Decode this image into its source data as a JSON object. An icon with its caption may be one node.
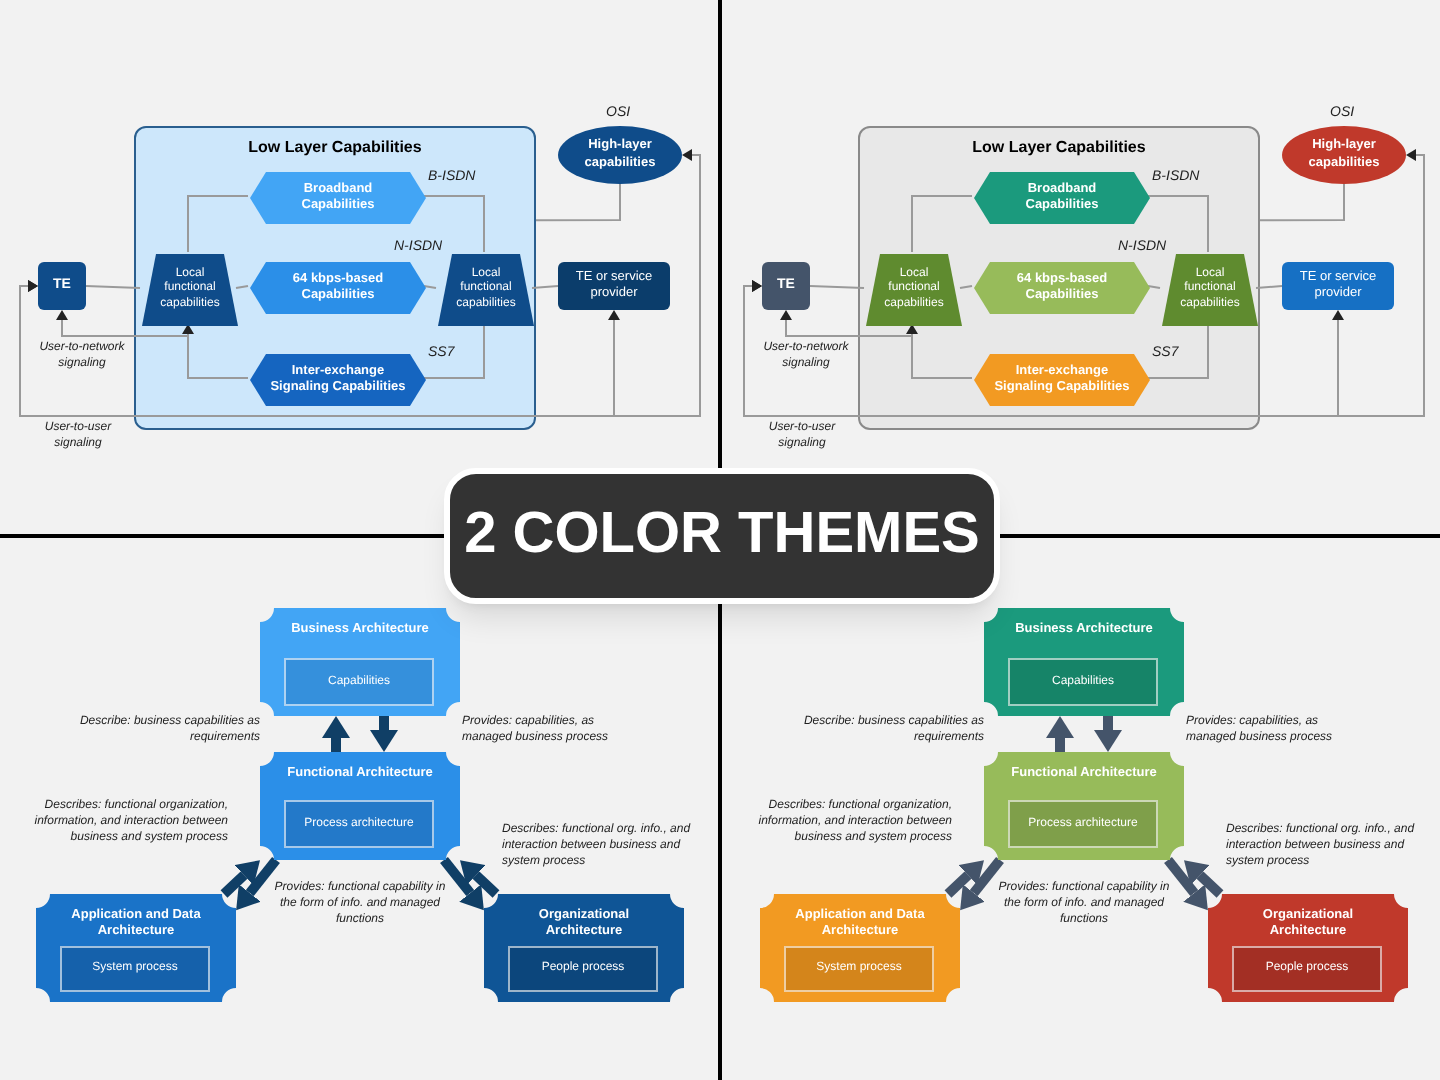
{
  "diagram": {
    "nodes": [
      {
        "text": [
          "Low Layer Capabilities"
        ]
      },
      {
        "text": [
          "Broadband Capabilities"
        ],
        "in": 0,
        "beside": [
          "B-ISDN"
        ]
      },
      {
        "text": [
          "Local functional capabilities"
        ],
        "in": 0
      },
      {
        "text": [
          "64 kbps-based Capabilities"
        ],
        "in": 0,
        "beside": [
          "N-ISDN"
        ]
      },
      {
        "text": [
          "Local functional capabilities"
        ],
        "in": 0
      },
      {
        "text": [
          "Inter-exchange Signaling Capabilities"
        ],
        "in": 0,
        "beside": [
          "SS7"
        ]
      },
      {
        "text": [
          "TE"
        ]
      },
      {
        "text": [
          "High-layer capabilities"
        ],
        "beside": [
          "OSI"
        ]
      },
      {
        "text": [
          "TE or service provider"
        ]
      },
      {
        "text": [
          "Low Layer Capabilities"
        ]
      },
      {
        "text": [
          "Broadband Capabilities"
        ],
        "in": 9,
        "beside": [
          "B-ISDN"
        ]
      },
      {
        "text": [
          "Local functional capabilities"
        ],
        "in": 9
      },
      {
        "text": [
          "64 kbps-based Capabilities"
        ],
        "in": 9,
        "beside": [
          "N-ISDN"
        ]
      },
      {
        "text": [
          "Local functional capabilities"
        ],
        "in": 9
      },
      {
        "text": [
          "Inter-exchange Signaling Capabilities"
        ],
        "in": 9,
        "beside": [
          "SS7"
        ]
      },
      {
        "text": [
          "TE"
        ]
      },
      {
        "text": [
          "High-layer capabilities"
        ],
        "beside": [
          "OSI"
        ]
      },
      {
        "text": [
          "TE or service provider"
        ]
      },
      {
        "text": [
          "2 COLOR THEMES"
        ]
      },
      {
        "text": [
          "Business Architecture"
        ]
      },
      {
        "text": [
          "Capabilities"
        ],
        "in": 19
      },
      {
        "text": [
          "Functional Architecture"
        ]
      },
      {
        "text": [
          "Process architecture"
        ],
        "in": 21
      },
      {
        "text": [
          "Application and Data Architecture"
        ]
      },
      {
        "text": [
          "System process"
        ],
        "in": 23
      },
      {
        "text": [
          "Organizational Architecture"
        ]
      },
      {
        "text": [
          "People process"
        ],
        "in": 25
      },
      {
        "text": [
          "Business Architecture"
        ]
      },
      {
        "text": [
          "Capabilities"
        ],
        "in": 27
      },
      {
        "text": [
          "Functional Architecture"
        ]
      },
      {
        "text": [
          "Process architecture"
        ],
        "in": 29
      },
      {
        "text": [
          "Application and Data Architecture"
        ]
      },
      {
        "text": [
          "System process"
        ],
        "in": 31
      },
      {
        "text": [
          "Organizational Architecture"
        ]
      },
      {
        "text": [
          "People process"
        ],
        "in": 33
      }
    ],
    "edges": [
      {
        "from": 6,
        "to": 2,
        "arrow": "none"
      },
      {
        "from": 2,
        "to": 3,
        "arrow": "none"
      },
      {
        "from": 3,
        "to": 4,
        "arrow": "none"
      },
      {
        "from": 4,
        "to": 8,
        "arrow": "none"
      },
      {
        "from": 2,
        "to": 1,
        "arrow": "none"
      },
      {
        "from": 1,
        "to": 4,
        "arrow": "none"
      },
      {
        "from": 2,
        "to": 5,
        "arrow": "none"
      },
      {
        "from": 5,
        "to": 4,
        "arrow": "none"
      },
      {
        "from": 6,
        "to": 2,
        "arrow": "both"
      },
      {
        "from": 6,
        "to": 8,
        "arrow": "both"
      },
      {
        "from": 6,
        "to": 7,
        "arrow": "both"
      },
      {
        "from": 7,
        "to": 0,
        "arrow": "none"
      },
      {
        "from": 15,
        "to": 11,
        "arrow": "none"
      },
      {
        "from": 11,
        "to": 12,
        "arrow": "none"
      },
      {
        "from": 12,
        "to": 13,
        "arrow": "none"
      },
      {
        "from": 13,
        "to": 17,
        "arrow": "none"
      },
      {
        "from": 11,
        "to": 10,
        "arrow": "none"
      },
      {
        "from": 10,
        "to": 13,
        "arrow": "none"
      },
      {
        "from": 11,
        "to": 14,
        "arrow": "none"
      },
      {
        "from": 14,
        "to": 13,
        "arrow": "none"
      },
      {
        "from": 15,
        "to": 11,
        "arrow": "both"
      },
      {
        "from": 15,
        "to": 17,
        "arrow": "both"
      },
      {
        "from": 15,
        "to": 16,
        "arrow": "both"
      },
      {
        "from": 16,
        "to": 9,
        "arrow": "none"
      },
      {
        "from": 21,
        "to": 19,
        "arrow": "to",
        "style": "thick",
        "color": "#103f66"
      },
      {
        "from": 19,
        "to": 21,
        "arrow": "to",
        "style": "thick",
        "color": "#103f66"
      },
      {
        "from": 23,
        "to": 21,
        "arrow": "to",
        "style": "thick",
        "color": "#103f66"
      },
      {
        "from": 21,
        "to": 23,
        "arrow": "to",
        "style": "thick",
        "color": "#103f66"
      },
      {
        "from": 25,
        "to": 21,
        "arrow": "to",
        "style": "thick",
        "color": "#103f66"
      },
      {
        "from": 21,
        "to": 25,
        "arrow": "to",
        "style": "thick",
        "color": "#103f66"
      },
      {
        "from": 29,
        "to": 27,
        "arrow": "to",
        "style": "thick",
        "color": "#44546a"
      },
      {
        "from": 27,
        "to": 29,
        "arrow": "to",
        "style": "thick",
        "color": "#44546a"
      },
      {
        "from": 31,
        "to": 29,
        "arrow": "to",
        "style": "thick",
        "color": "#44546a"
      },
      {
        "from": 29,
        "to": 31,
        "arrow": "to",
        "style": "thick",
        "color": "#44546a"
      },
      {
        "from": 33,
        "to": 29,
        "arrow": "to",
        "style": "thick",
        "color": "#44546a"
      },
      {
        "from": 29,
        "to": 33,
        "arrow": "to",
        "style": "thick",
        "color": "#44546a"
      }
    ],
    "labels": [
      "User-to-network signaling",
      "User-to-user signaling",
      "User-to-network signaling",
      "User-to-user signaling",
      "Describe: business capabilities as requirements",
      "Provides: capabilities, as managed business process",
      "Describes: functional organization, information, and interaction between business and system process",
      "Describes: functional org. info., and interaction between business and system process",
      "Provides: functional capability in the form of info. and managed functions",
      "Describe: business capabilities as requirements",
      "Provides: capabilities, as managed business process",
      "Describes: functional organization, information, and interaction between business and system process",
      "Describes: functional org. info., and interaction between business and system process",
      "Provides: functional capability in the form of info. and managed functions"
    ]
  }
}
